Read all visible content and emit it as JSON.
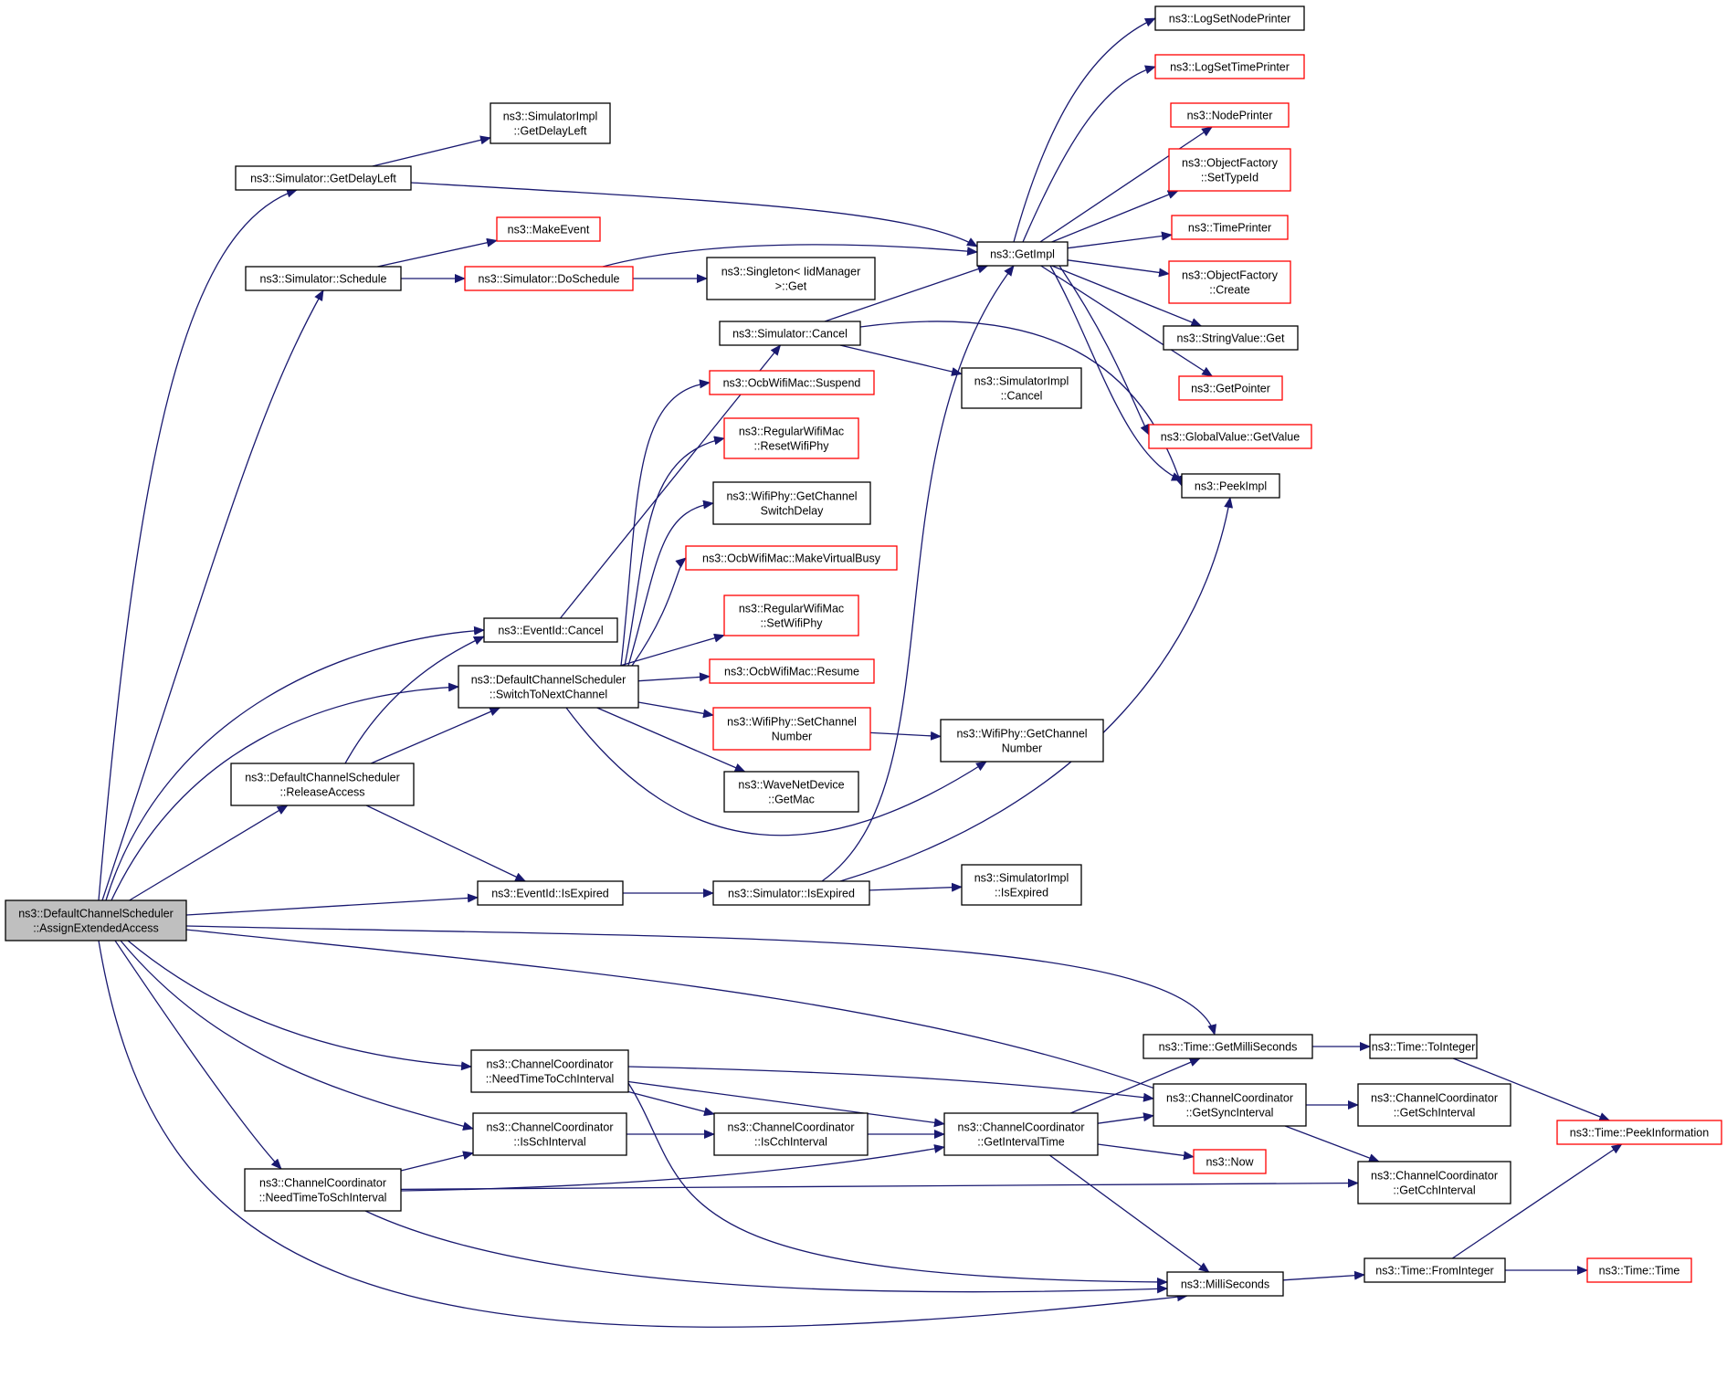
{
  "colors": {
    "edge": "#191970",
    "node_border_documented": "#000000",
    "node_border_undocumented": "#ff0000",
    "root_fill": "#bfbfbf",
    "background": "#ffffff"
  },
  "nodes": {
    "assign": {
      "lines": [
        "ns3::DefaultChannelScheduler",
        "::AssignExtendedAccess"
      ],
      "root": true
    },
    "getDelayLeft": {
      "lines": [
        "ns3::Simulator::GetDelayLeft"
      ]
    },
    "implDelayLeft": {
      "lines": [
        "ns3::SimulatorImpl",
        "::GetDelayLeft"
      ]
    },
    "schedule": {
      "lines": [
        "ns3::Simulator::Schedule"
      ]
    },
    "makeEvent": {
      "lines": [
        "ns3::MakeEvent"
      ],
      "red": true
    },
    "doSchedule": {
      "lines": [
        "ns3::Simulator::DoSchedule"
      ],
      "red": true
    },
    "singleton": {
      "lines": [
        "ns3::Singleton< IidManager",
        ">::Get"
      ]
    },
    "simCancel": {
      "lines": [
        "ns3::Simulator::Cancel"
      ]
    },
    "implCancel": {
      "lines": [
        "ns3::SimulatorImpl",
        "::Cancel"
      ]
    },
    "suspend": {
      "lines": [
        "ns3::OcbWifiMac::Suspend"
      ],
      "red": true
    },
    "resetPhy": {
      "lines": [
        "ns3::RegularWifiMac",
        "::ResetWifiPhy"
      ],
      "red": true
    },
    "switchDelay": {
      "lines": [
        "ns3::WifiPhy::GetChannel",
        "SwitchDelay"
      ]
    },
    "virtualBusy": {
      "lines": [
        "ns3::OcbWifiMac::MakeVirtualBusy"
      ],
      "red": true
    },
    "setPhy": {
      "lines": [
        "ns3::RegularWifiMac",
        "::SetWifiPhy"
      ],
      "red": true
    },
    "resume": {
      "lines": [
        "ns3::OcbWifiMac::Resume"
      ],
      "red": true
    },
    "setChannel": {
      "lines": [
        "ns3::WifiPhy::SetChannel",
        "Number"
      ],
      "red": true
    },
    "getMac": {
      "lines": [
        "ns3::WaveNetDevice",
        "::GetMac"
      ]
    },
    "getChanNum": {
      "lines": [
        "ns3::WifiPhy::GetChannel",
        "Number"
      ]
    },
    "eventCancel": {
      "lines": [
        "ns3::EventId::Cancel"
      ]
    },
    "switchNext": {
      "lines": [
        "ns3::DefaultChannelScheduler",
        "::SwitchToNextChannel"
      ]
    },
    "release": {
      "lines": [
        "ns3::DefaultChannelScheduler",
        "::ReleaseAccess"
      ]
    },
    "eventExpired": {
      "lines": [
        "ns3::EventId::IsExpired"
      ]
    },
    "simExpired": {
      "lines": [
        "ns3::Simulator::IsExpired"
      ]
    },
    "implExpired": {
      "lines": [
        "ns3::SimulatorImpl",
        "::IsExpired"
      ]
    },
    "getImpl": {
      "lines": [
        "ns3::GetImpl"
      ]
    },
    "logNode": {
      "lines": [
        "ns3::LogSetNodePrinter"
      ]
    },
    "logTime": {
      "lines": [
        "ns3::LogSetTimePrinter"
      ],
      "red": true
    },
    "nodePrinter": {
      "lines": [
        "ns3::NodePrinter"
      ],
      "red": true
    },
    "ofSetType": {
      "lines": [
        "ns3::ObjectFactory",
        "::SetTypeId"
      ],
      "red": true
    },
    "timePrinter": {
      "lines": [
        "ns3::TimePrinter"
      ],
      "red": true
    },
    "ofCreate": {
      "lines": [
        "ns3::ObjectFactory",
        "::Create"
      ],
      "red": true
    },
    "strGet": {
      "lines": [
        "ns3::StringValue::Get"
      ]
    },
    "getPointer": {
      "lines": [
        "ns3::GetPointer"
      ],
      "red": true
    },
    "globalValue": {
      "lines": [
        "ns3::GlobalValue::GetValue"
      ],
      "red": true
    },
    "peekImpl": {
      "lines": [
        "ns3::PeekImpl"
      ]
    },
    "getMilli": {
      "lines": [
        "ns3::Time::GetMilliSeconds"
      ]
    },
    "toInteger": {
      "lines": [
        "ns3::Time::ToInteger"
      ]
    },
    "needCch": {
      "lines": [
        "ns3::ChannelCoordinator",
        "::NeedTimeToCchInterval"
      ]
    },
    "getSync": {
      "lines": [
        "ns3::ChannelCoordinator",
        "::GetSyncInterval"
      ]
    },
    "getSch": {
      "lines": [
        "ns3::ChannelCoordinator",
        "::GetSchInterval"
      ]
    },
    "peekInfo": {
      "lines": [
        "ns3::Time::PeekInformation"
      ],
      "red": true
    },
    "isSch": {
      "lines": [
        "ns3::ChannelCoordinator",
        "::IsSchInterval"
      ]
    },
    "isCch": {
      "lines": [
        "ns3::ChannelCoordinator",
        "::IsCchInterval"
      ]
    },
    "getInterval": {
      "lines": [
        "ns3::ChannelCoordinator",
        "::GetIntervalTime"
      ]
    },
    "now": {
      "lines": [
        "ns3::Now"
      ],
      "red": true
    },
    "getCch": {
      "lines": [
        "ns3::ChannelCoordinator",
        "::GetCchInterval"
      ]
    },
    "needSch": {
      "lines": [
        "ns3::ChannelCoordinator",
        "::NeedTimeToSchInterval"
      ]
    },
    "milli": {
      "lines": [
        "ns3::MilliSeconds"
      ]
    },
    "fromInteger": {
      "lines": [
        "ns3::Time::FromInteger"
      ]
    },
    "timeTime": {
      "lines": [
        "ns3::Time::Time"
      ],
      "red": true
    }
  },
  "edges": [
    [
      "assign",
      "getDelayLeft"
    ],
    [
      "assign",
      "schedule"
    ],
    [
      "assign",
      "eventCancel"
    ],
    [
      "assign",
      "switchNext"
    ],
    [
      "assign",
      "release"
    ],
    [
      "assign",
      "eventExpired"
    ],
    [
      "assign",
      "getMilli"
    ],
    [
      "assign",
      "getSync"
    ],
    [
      "assign",
      "needCch"
    ],
    [
      "assign",
      "isSch"
    ],
    [
      "assign",
      "needSch"
    ],
    [
      "assign",
      "milli"
    ],
    [
      "getDelayLeft",
      "implDelayLeft"
    ],
    [
      "getDelayLeft",
      "getImpl"
    ],
    [
      "schedule",
      "makeEvent"
    ],
    [
      "schedule",
      "doSchedule"
    ],
    [
      "doSchedule",
      "singleton"
    ],
    [
      "doSchedule",
      "getImpl"
    ],
    [
      "eventCancel",
      "simCancel"
    ],
    [
      "simCancel",
      "getImpl"
    ],
    [
      "simCancel",
      "implCancel"
    ],
    [
      "simCancel",
      "peekImpl"
    ],
    [
      "switchNext",
      "suspend"
    ],
    [
      "switchNext",
      "resetPhy"
    ],
    [
      "switchNext",
      "switchDelay"
    ],
    [
      "switchNext",
      "virtualBusy"
    ],
    [
      "switchNext",
      "setPhy"
    ],
    [
      "switchNext",
      "resume"
    ],
    [
      "switchNext",
      "setChannel"
    ],
    [
      "switchNext",
      "getMac"
    ],
    [
      "switchNext",
      "getChanNum"
    ],
    [
      "setChannel",
      "getChanNum"
    ],
    [
      "release",
      "eventCancel"
    ],
    [
      "release",
      "switchNext"
    ],
    [
      "release",
      "eventExpired"
    ],
    [
      "eventExpired",
      "simExpired"
    ],
    [
      "simExpired",
      "implExpired"
    ],
    [
      "simExpired",
      "getImpl"
    ],
    [
      "simExpired",
      "peekImpl"
    ],
    [
      "getImpl",
      "logNode"
    ],
    [
      "getImpl",
      "logTime"
    ],
    [
      "getImpl",
      "nodePrinter"
    ],
    [
      "getImpl",
      "ofSetType"
    ],
    [
      "getImpl",
      "timePrinter"
    ],
    [
      "getImpl",
      "ofCreate"
    ],
    [
      "getImpl",
      "strGet"
    ],
    [
      "getImpl",
      "getPointer"
    ],
    [
      "getImpl",
      "globalValue"
    ],
    [
      "getImpl",
      "peekImpl"
    ],
    [
      "getMilli",
      "toInteger"
    ],
    [
      "toInteger",
      "peekInfo"
    ],
    [
      "needCch",
      "getSync"
    ],
    [
      "needCch",
      "isCch"
    ],
    [
      "needCch",
      "getInterval"
    ],
    [
      "needCch",
      "milli"
    ],
    [
      "getSync",
      "getSch"
    ],
    [
      "getSync",
      "getCch"
    ],
    [
      "isSch",
      "isCch"
    ],
    [
      "isCch",
      "getInterval"
    ],
    [
      "getInterval",
      "getMilli"
    ],
    [
      "getInterval",
      "getSync"
    ],
    [
      "getInterval",
      "now"
    ],
    [
      "getInterval",
      "milli"
    ],
    [
      "needSch",
      "isSch"
    ],
    [
      "needSch",
      "getInterval"
    ],
    [
      "needSch",
      "getCch"
    ],
    [
      "needSch",
      "milli"
    ],
    [
      "milli",
      "fromInteger"
    ],
    [
      "fromInteger",
      "timeTime"
    ],
    [
      "fromInteger",
      "peekInfo"
    ]
  ]
}
